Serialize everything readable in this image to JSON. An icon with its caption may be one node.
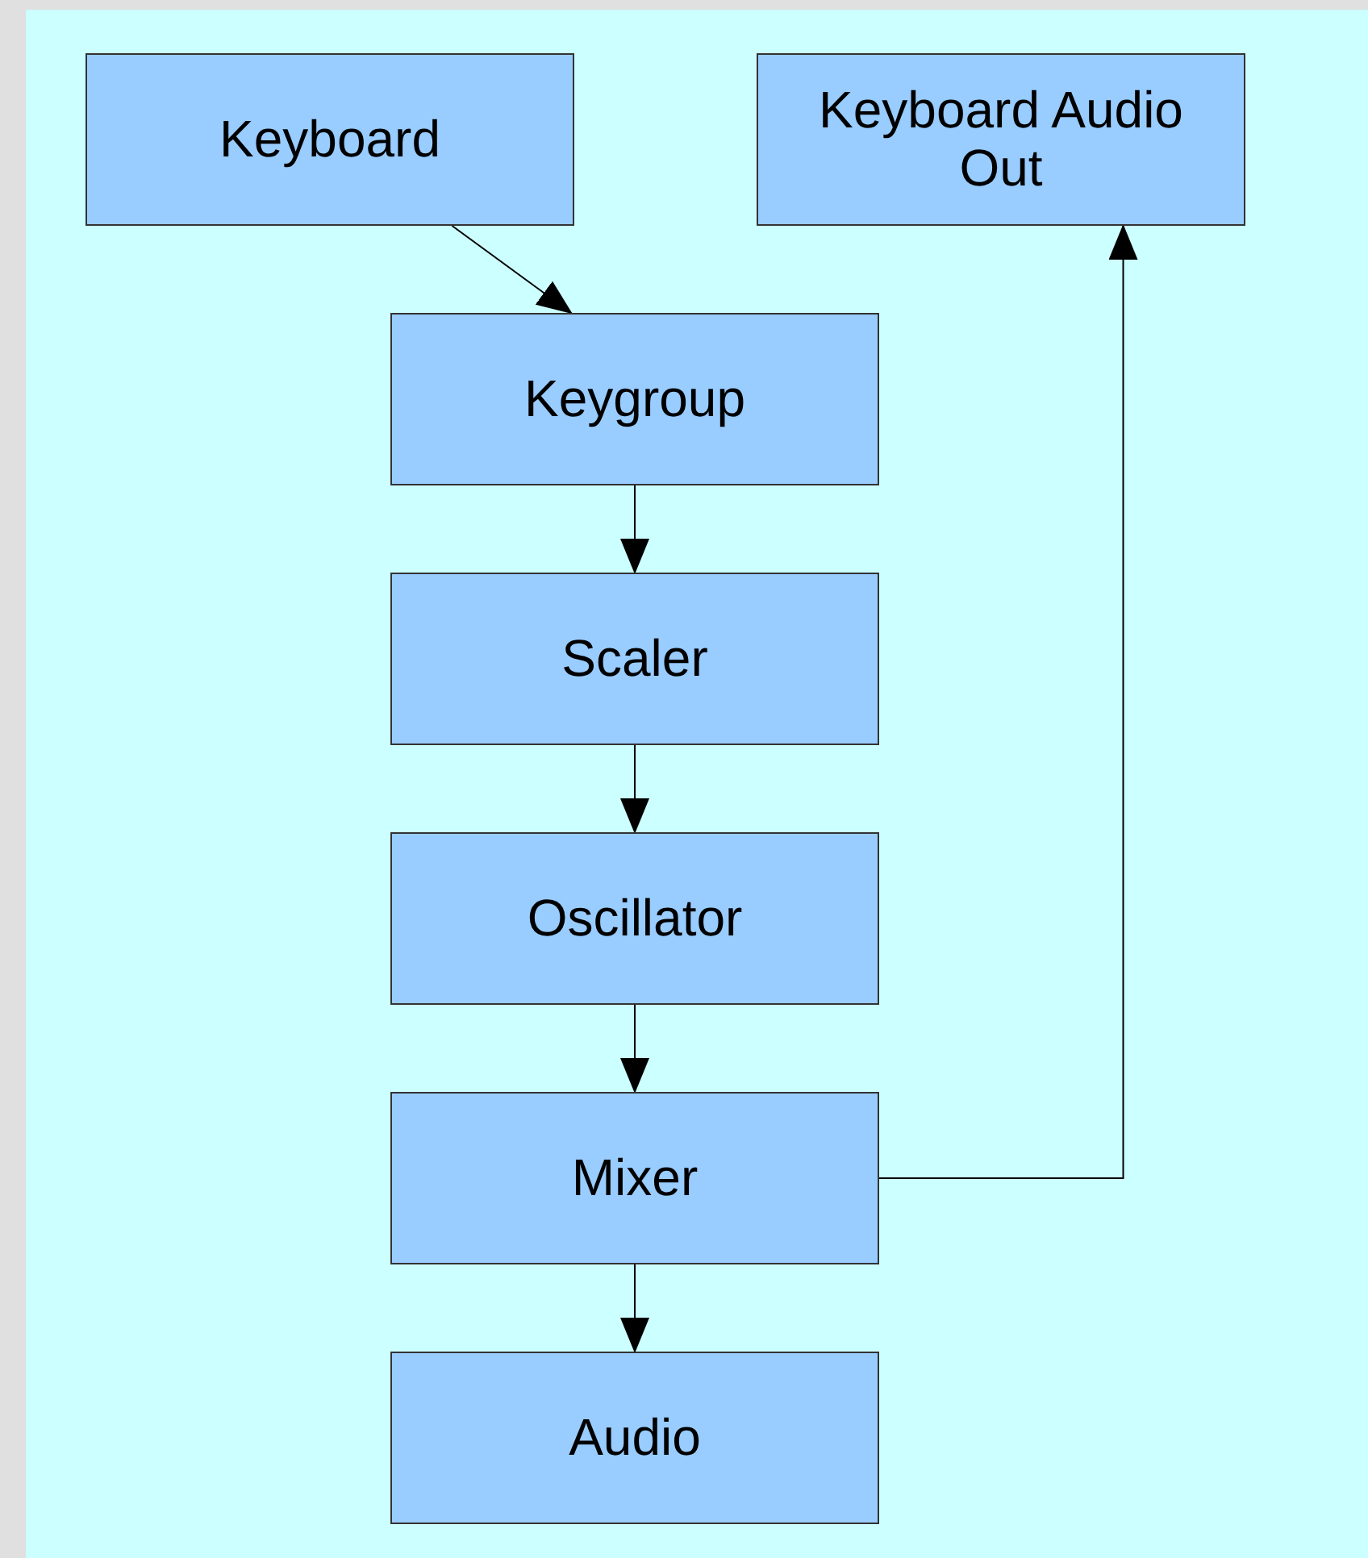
{
  "diagram": {
    "nodes": [
      {
        "text": [
          "Keyboard"
        ]
      },
      {
        "text": [
          "Keyboard Audio Out"
        ]
      },
      {
        "text": [
          "Keygroup"
        ]
      },
      {
        "text": [
          "Scaler"
        ]
      },
      {
        "text": [
          "Oscillator"
        ]
      },
      {
        "text": [
          "Mixer"
        ]
      },
      {
        "text": [
          "Audio"
        ]
      }
    ],
    "edges": [
      {
        "from": 0,
        "to": 2,
        "arrow": "to"
      },
      {
        "from": 2,
        "to": 3,
        "arrow": "to"
      },
      {
        "from": 3,
        "to": 4,
        "arrow": "to"
      },
      {
        "from": 4,
        "to": 5,
        "arrow": "to"
      },
      {
        "from": 5,
        "to": 6,
        "arrow": "to"
      },
      {
        "from": 5,
        "to": 1,
        "arrow": "to"
      }
    ]
  }
}
